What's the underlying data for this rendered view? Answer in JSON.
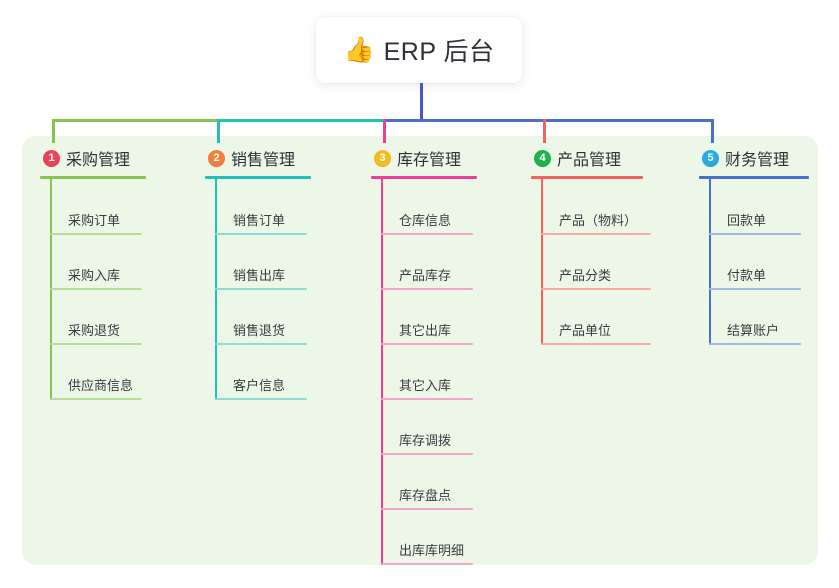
{
  "diagram": {
    "root": {
      "icon": "thumbs-up-icon",
      "emoji": "👍",
      "label": "ERP 后台"
    },
    "palette": {
      "panel_bg": "#edf7e7",
      "stem": "#4a55c8",
      "text": "#2f3038"
    },
    "columns": [
      {
        "number": "1",
        "title": "采购管理",
        "badge_color": "#ec4359",
        "line_color": "#86c352",
        "item_line_color": "#b9dc9a",
        "items": [
          "采购订单",
          "采购入库",
          "采购退货",
          "供应商信息"
        ]
      },
      {
        "number": "2",
        "title": "销售管理",
        "badge_color": "#f0803c",
        "line_color": "#1ec2b6",
        "item_line_color": "#8fdcd6",
        "items": [
          "销售订单",
          "销售出库",
          "销售退货",
          "客户信息"
        ]
      },
      {
        "number": "3",
        "title": "库存管理",
        "badge_color": "#f5bc20",
        "line_color": "#ec3f95",
        "item_line_color": "#f3a5cc",
        "items": [
          "仓库信息",
          "产品库存",
          "其它出库",
          "其它入库",
          "库存调拨",
          "库存盘点",
          "出库库明细"
        ]
      },
      {
        "number": "4",
        "title": "产品管理",
        "badge_color": "#22b34f",
        "line_color": "#f4625e",
        "item_line_color": "#f8aaa6",
        "items": [
          "产品（物料）",
          "产品分类",
          "产品单位"
        ]
      },
      {
        "number": "5",
        "title": "财务管理",
        "badge_color": "#29abe2",
        "line_color": "#4a6fd0",
        "item_line_color": "#a3b7e8",
        "items": [
          "回款单",
          "付款单",
          "结算账户"
        ]
      }
    ]
  }
}
